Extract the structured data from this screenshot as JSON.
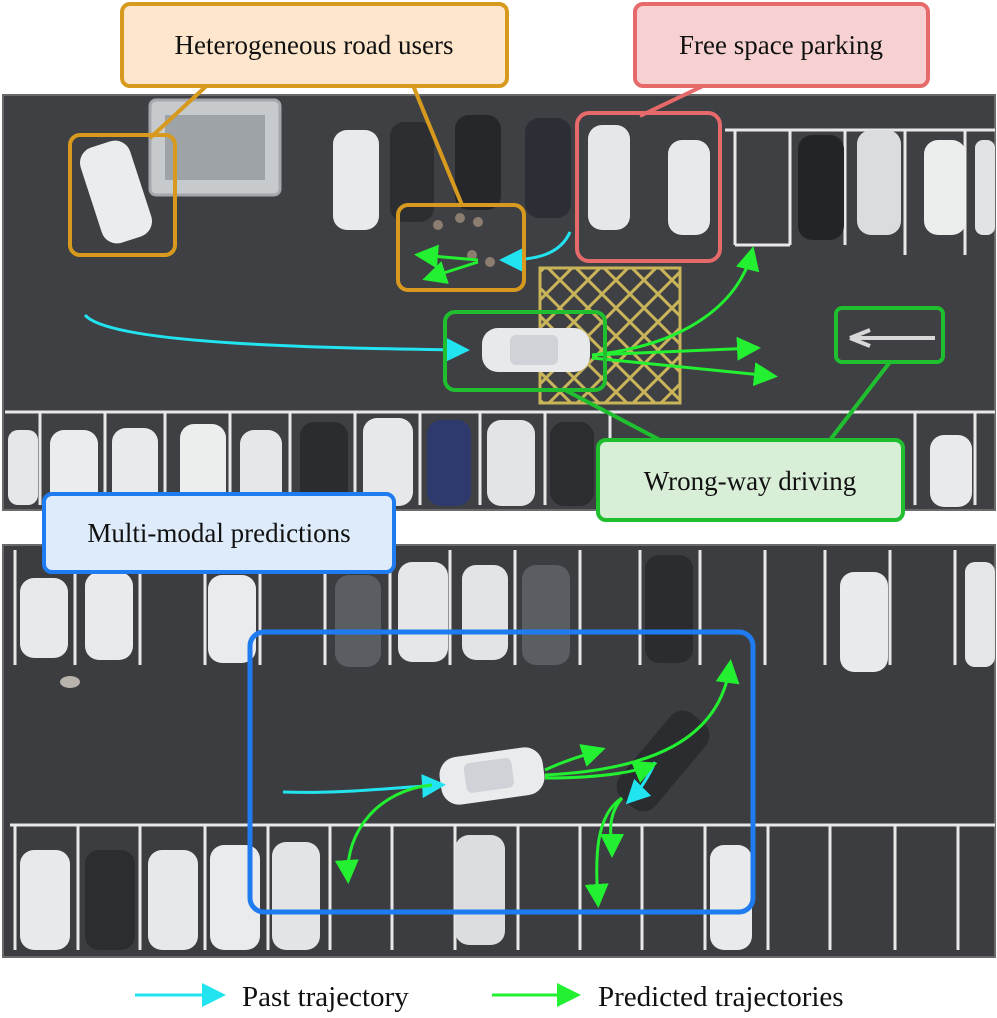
{
  "labels": {
    "heterogeneous": "Heterogeneous road users",
    "free_space": "Free space parking",
    "wrong_way": "Wrong-way driving",
    "multi_modal": "Multi-modal predictions"
  },
  "legend": {
    "past": "Past trajectory",
    "predicted": "Predicted trajectories"
  },
  "colors": {
    "past_trajectory": "#22E4F0",
    "predicted_trajectory": "#22F030",
    "heterogeneous_box": "#D79A1E",
    "free_space_box": "#E76A6A",
    "wrong_way_box": "#1FBF2F",
    "multi_modal_box": "#1E7BF0"
  }
}
